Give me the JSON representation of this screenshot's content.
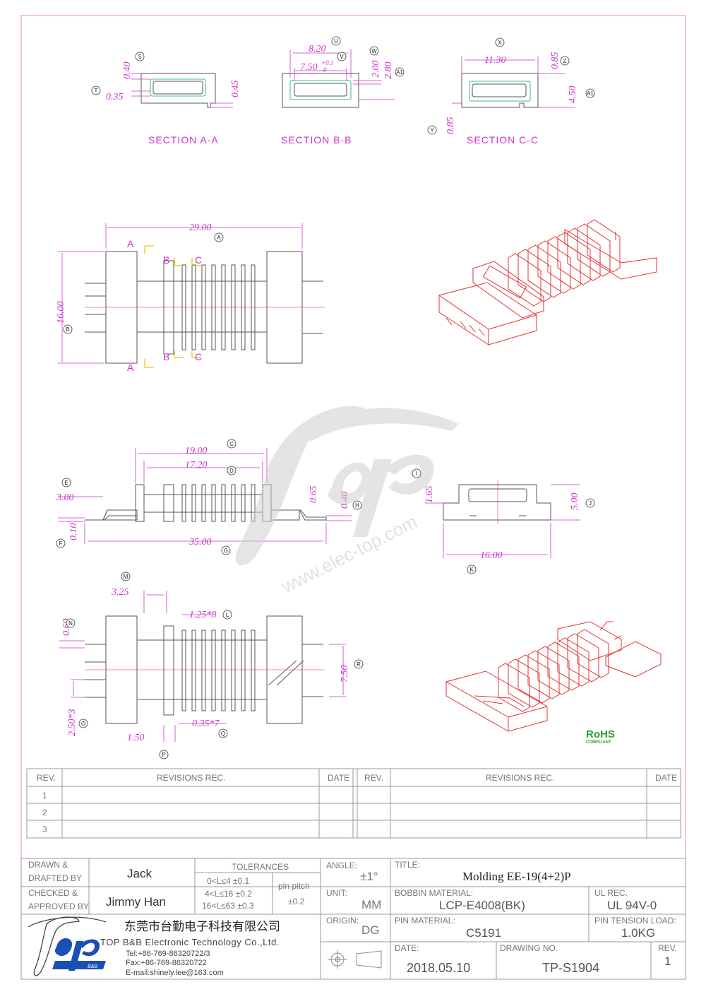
{
  "sections": {
    "aa": "SECTION A-A",
    "bb": "SECTION B-B",
    "cc": "SECTION C-C"
  },
  "dims": {
    "s_040": "0.40",
    "s_035": "0.35",
    "s_045": "0.45",
    "b_820": "8.20",
    "b_750": "7.50",
    "b_750_tol_up": "+0.1",
    "b_750_tol_dn": "-0",
    "b_200": "2.00",
    "b_280": "2.80",
    "c_1130": "11.30",
    "c_085a": "0.85",
    "c_450": "4.50",
    "c_085b": "0.85",
    "top_2900": "29.00",
    "top_1600": "16.00",
    "side_1900": "19.00",
    "side_1720": "17.20",
    "side_300": "3.00",
    "side_010": "0.10",
    "side_3500": "35.00",
    "side_065": "0.65",
    "side_040": "0.40",
    "end_165": "1.65",
    "end_500": "5.00",
    "end_1600": "16.00",
    "bot_325": "3.25",
    "bot_125": "1.25*8",
    "bot_060": "0.60",
    "bot_750": "7.50",
    "bot_250": "2.50*3",
    "bot_035": "0.35*7",
    "bot_150": "1.50"
  },
  "balloons": {
    "S": "S",
    "T": "T",
    "U": "U",
    "V": "V",
    "W": "W",
    "A1": "A1",
    "X": "X",
    "Z": "Z",
    "Y": "Y",
    "A": "A",
    "B": "B",
    "C": "C",
    "D": "D",
    "E": "E",
    "F": "F",
    "G": "G",
    "H": "H",
    "I": "I",
    "J": "J",
    "K": "K",
    "M": "M",
    "N": "N",
    "L": "L",
    "R": "R",
    "O": "O",
    "Q": "Q",
    "P": "P"
  },
  "cut_letters": {
    "a": "A",
    "b": "B",
    "c": "C"
  },
  "watermark": {
    "url": "www.elec-top.com",
    "brand": "B&B"
  },
  "rohs": {
    "title": "RoHS",
    "sub": "COMPLIANT"
  },
  "revisions": {
    "headers": [
      "REV.",
      "REVISIONS   REC.",
      "DATE",
      "REV.",
      "REVISIONS   REC.",
      "DATE"
    ],
    "rows": [
      "1",
      "2",
      "3"
    ]
  },
  "titleblock": {
    "drawn_label": "DRAWN &\nDRAFTED BY",
    "drawn_label_1": "DRAWN &",
    "drawn_label_2": "DRAFTED BY",
    "drawn": "Jack",
    "checked_label_1": "CHECKED &",
    "checked_label_2": "APPROVED BY",
    "checked": "Jimmy Han",
    "tolerances_label": "TOLERANCES",
    "tol_1": "0<L≤4   ±0.1",
    "tol_2": "4<L≤16  ±0.2",
    "tol_3": "16<L≤63  ±0.3",
    "pin_pitch_label": "pin pitch",
    "pin_pitch": "±0.2",
    "angle_label": "ANGLE:",
    "angle": "±1°",
    "unit_label": "UNIT:",
    "unit": "MM",
    "origin_label": "ORIGIN:",
    "origin": "DG",
    "title_label": "TITLE:",
    "title": "Molding EE-19(4+2)P",
    "bobbin_label": "BOBBIN MATERIAL:",
    "bobbin": "LCP-E4008(BK)",
    "ul_label": "UL REC.",
    "ul": "UL 94V-0",
    "pin_mat_label": "PIN MATERIAL:",
    "pin_mat": "C5191",
    "tension_label": "PIN TENSION LOAD:",
    "tension": "1.0KG",
    "date_label": "DATE:",
    "date": "2018.05.10",
    "drawing_label": "DRAWING NO.",
    "drawing": "TP-S1904",
    "rev_label": "REV.",
    "rev": "1",
    "company_cn": "东莞市台勤电子科技有限公司",
    "company_en": "TOP B&B Electronic Technology Co.,Ltd.",
    "tel": "Tel:+86-769-86320722/3",
    "fax": "Fax:+86-769-86320722",
    "email": "E-mail:shinely.lee@163.com",
    "logo_text": "B&B"
  }
}
